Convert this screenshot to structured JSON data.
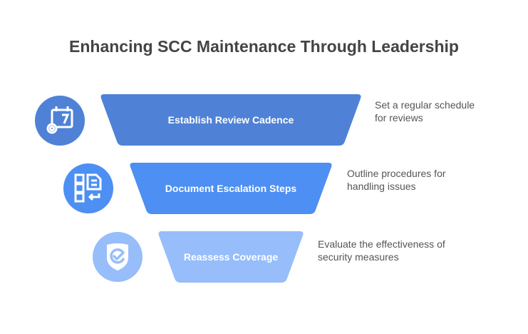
{
  "title": "Enhancing SCC Maintenance Through Leadership",
  "steps": [
    {
      "label": "Establish Review Cadence",
      "description": "Set a regular schedule for reviews",
      "icon": "calendar-gear-icon",
      "color": "#4f82d6"
    },
    {
      "label": "Document Escalation Steps",
      "description": "Outline procedures for handling issues",
      "icon": "document-escalation-icon",
      "color": "#4d8ff2"
    },
    {
      "label": "Reassess Coverage",
      "description": "Evaluate the effectiveness of security measures",
      "icon": "shield-check-icon",
      "color": "#97bdfb"
    }
  ]
}
